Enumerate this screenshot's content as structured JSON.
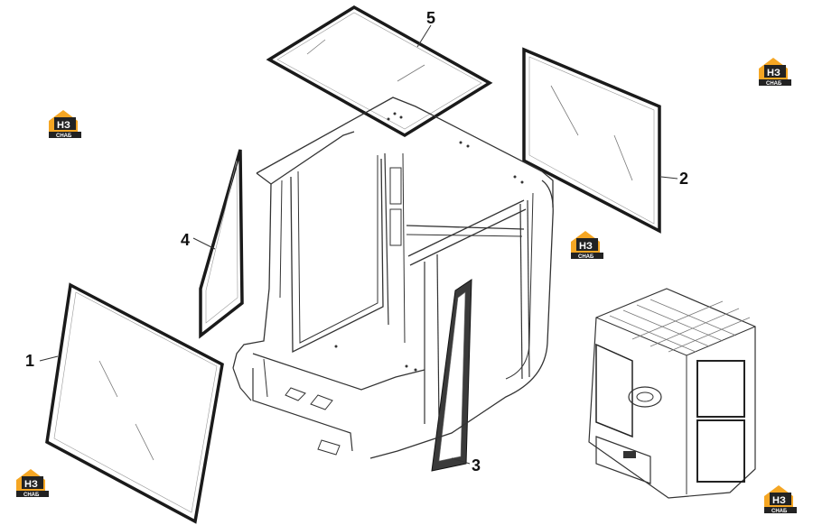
{
  "diagram": {
    "parts": [
      {
        "id": "1",
        "label": "1"
      },
      {
        "id": "2",
        "label": "2"
      },
      {
        "id": "3",
        "label": "3"
      },
      {
        "id": "4",
        "label": "4"
      },
      {
        "id": "5",
        "label": "5"
      }
    ],
    "watermark": {
      "brand": "HЗ",
      "subtext": "СНАБ",
      "color_orange": "#f5a623",
      "color_dark": "#222222"
    }
  }
}
